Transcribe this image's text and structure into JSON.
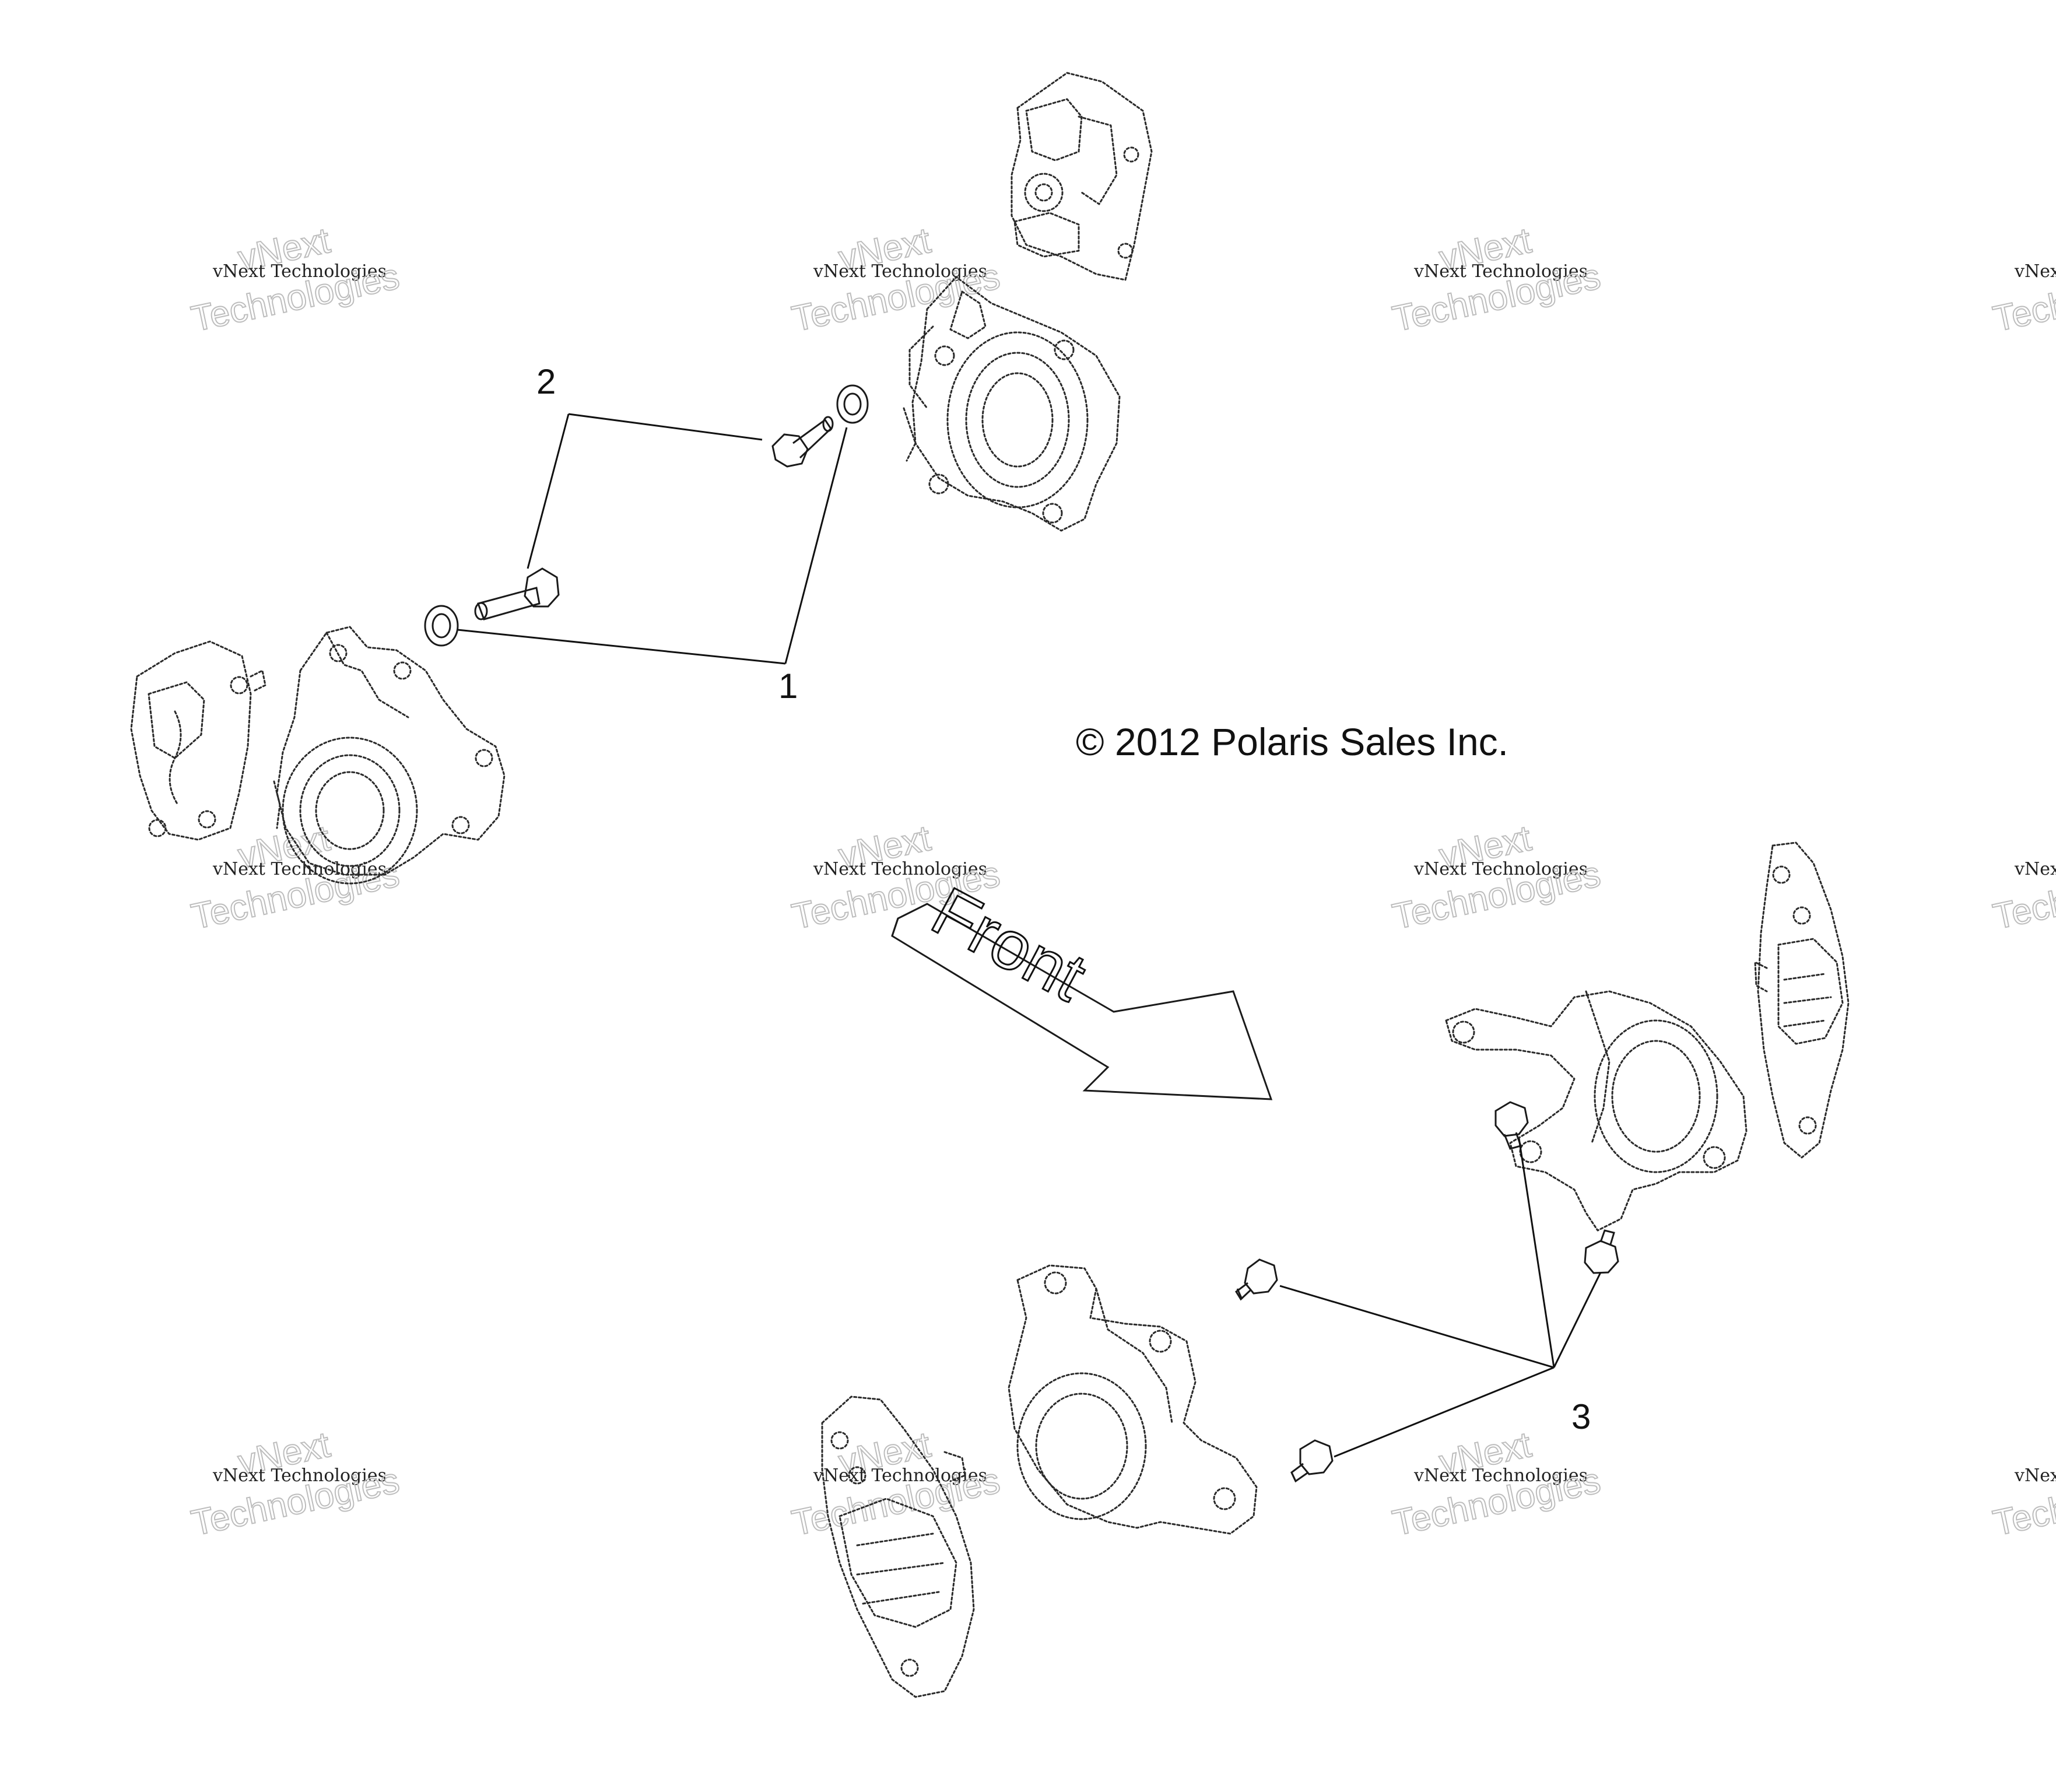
{
  "callouts": [
    {
      "id": "1",
      "label": "1"
    },
    {
      "id": "2",
      "label": "2"
    },
    {
      "id": "3",
      "label": "3"
    }
  ],
  "copyright": "© 2012 Polaris Sales Inc.",
  "front_arrow": {
    "label": "Front"
  },
  "watermark": {
    "line_small": "vNext Technologies",
    "line_big_1": "vNext",
    "line_big_2": "Technologies"
  },
  "colors": {
    "line": "#111111",
    "watermark": "#bdbdbd",
    "background": "#ffffff"
  }
}
